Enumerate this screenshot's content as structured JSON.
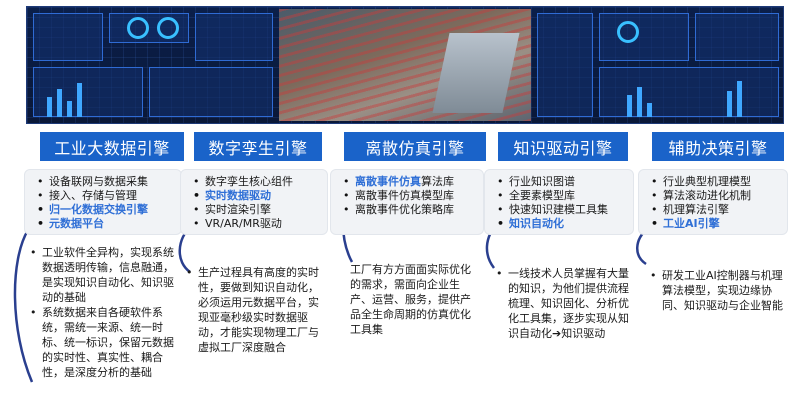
{
  "colors": {
    "header_bg": "#1a63c9",
    "highlight_text": "#2f6fd6",
    "curve": "#2a3f8f",
    "panel_bg": "#f1f3f6",
    "dashboard_bg": "#0a1838"
  },
  "engines": [
    {
      "title": "工业大数据引擎",
      "features": [
        {
          "text": "设备联网与数据采集",
          "highlight": false
        },
        {
          "text": "接入、存储与管理",
          "highlight": false
        },
        {
          "text": "归一化数据交换引擎",
          "highlight": true
        },
        {
          "text": "元数据平台",
          "highlight": true
        }
      ],
      "description": [
        "工业软件全异构，实现系统数据透明传输，信息融通，是实现知识自动化、知识驱动的基础",
        "系统数据来自各硬软件系统，需统一来源、统一时标、统一标识，保留元数据的实时性、真实性、耦合性，是深度分析的基础"
      ]
    },
    {
      "title": "数字孪生引擎",
      "features": [
        {
          "text": "数字孪生核心组件",
          "highlight": false
        },
        {
          "text": "实时数据驱动",
          "highlight": true
        },
        {
          "text": "实时渲染引擎",
          "highlight": false
        },
        {
          "text": "VR/AR/MR驱动",
          "highlight": false
        }
      ],
      "description": [
        "生产过程具有高度的实时性，要做到知识自动化，必须运用元数据平台，实现亚毫秒级实时数据驱动，才能实现物理工厂与虚拟工厂深度融合"
      ]
    },
    {
      "title": "离散仿真引擎",
      "features": [
        {
          "text": "离散事件仿真",
          "suffix": "算法库",
          "highlight": true
        },
        {
          "text": "离散事件仿真模型库",
          "highlight": false
        },
        {
          "text": "离散事件优化策略库",
          "highlight": false
        }
      ],
      "description": [
        "工厂有方方面面实际优化的需求，需面向企业生产、运营、服务，提供产品全生命周期的仿真优化工具集"
      ]
    },
    {
      "title": "知识驱动引擎",
      "features": [
        {
          "text": "行业知识图谱",
          "highlight": false
        },
        {
          "text": "全要素模型库",
          "highlight": false
        },
        {
          "text": "快速知识建模工具集",
          "highlight": false
        },
        {
          "text": "知识自动化",
          "highlight": true
        }
      ],
      "description": [
        "一线技术人员掌握有大量的知识，为他们提供流程梳理、知识固化、分析优化工具集，逐步实现从知识自动化➔知识驱动"
      ]
    },
    {
      "title": "辅助决策引擎",
      "features": [
        {
          "text": "行业典型机理模型",
          "highlight": false
        },
        {
          "text": "算法滚动进化机制",
          "highlight": false
        },
        {
          "text": "机理算法引擎",
          "highlight": false
        },
        {
          "text": "工业AI引擎",
          "highlight": true
        }
      ],
      "description": [
        "研发工业AI控制器与机理算法模型，实现边缘协同、知识驱动与企业智能"
      ]
    }
  ]
}
